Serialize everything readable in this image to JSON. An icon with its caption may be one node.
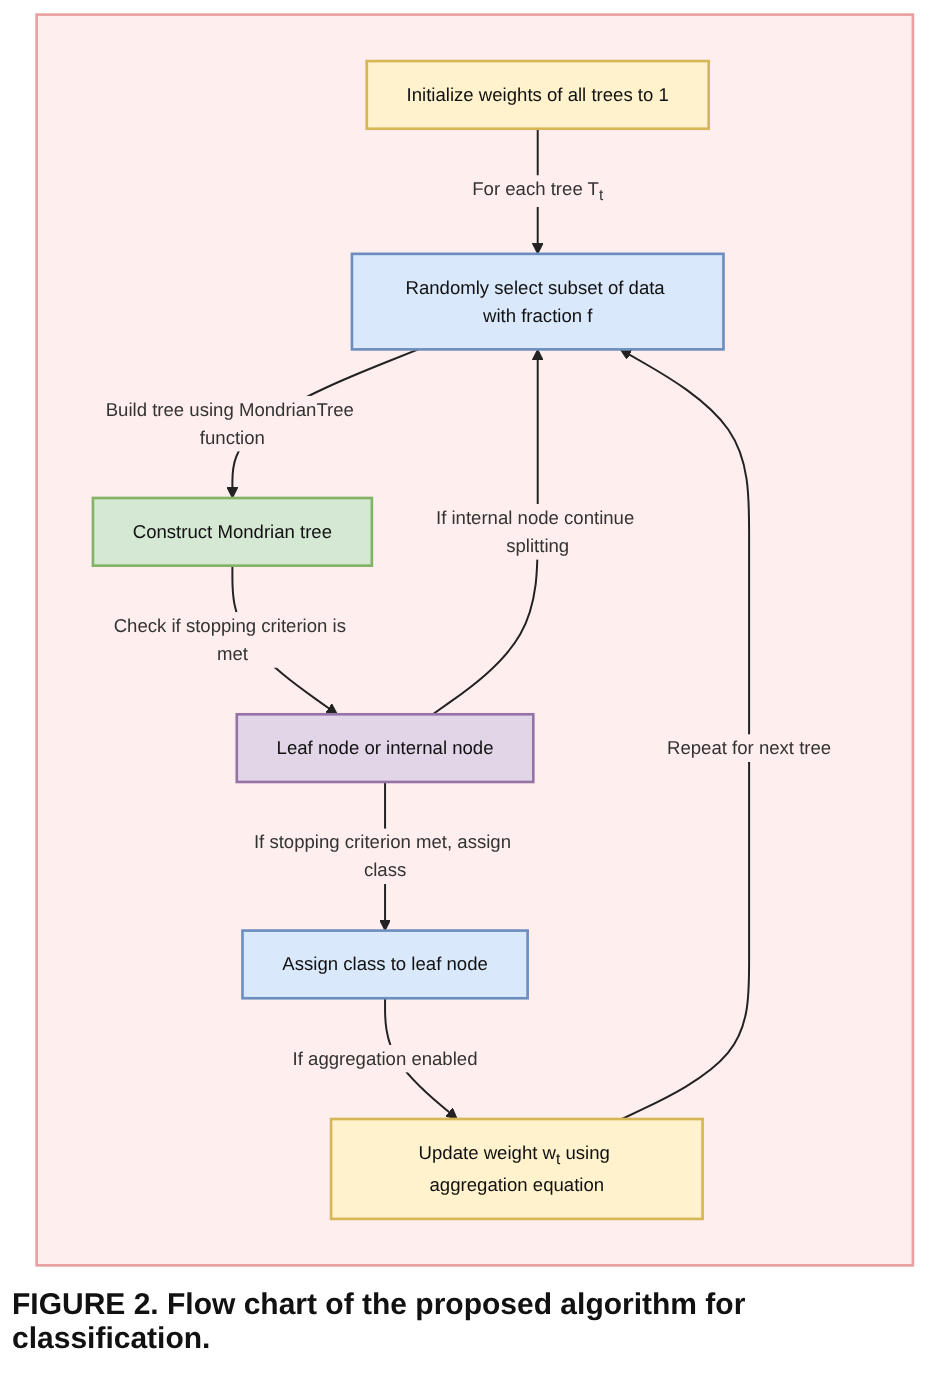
{
  "diagram": {
    "caption": "FIGURE 2. Flow chart of the proposed algorithm for classification.",
    "nodes": [
      {
        "text": [],
        "shape": "box"
      },
      {
        "text": [
          "Initialize weights of all trees to 1"
        ],
        "in": 0
      },
      {
        "text": [
          "Randomly select subset of data with fraction f"
        ],
        "in": 0
      },
      {
        "text": [
          "Construct Mondrian tree"
        ],
        "in": 0
      },
      {
        "text": [
          "Leaf node or internal node"
        ],
        "in": 0
      },
      {
        "text": [
          "Assign class to leaf node"
        ],
        "in": 0
      },
      {
        "text": [
          "Update weight w$_{t}$ using aggregation equation"
        ],
        "in": 0
      }
    ],
    "edges": [
      {
        "from": 1,
        "to": 2,
        "arrow": "to",
        "label": "For each tree T$_{t}$"
      },
      {
        "from": 2,
        "to": 3,
        "arrow": "to",
        "label": "Build tree using MondrianTree function"
      },
      {
        "from": 3,
        "to": 4,
        "arrow": "to",
        "label": "Check if stopping criterion is met"
      },
      {
        "from": 4,
        "to": 2,
        "arrow": "to",
        "label": "If internal node continue splitting"
      },
      {
        "from": 4,
        "to": 5,
        "arrow": "to",
        "label": "If stopping criterion met, assign class"
      },
      {
        "from": 5,
        "to": 6,
        "arrow": "to",
        "label": "If aggregation enabled"
      },
      {
        "from": 6,
        "to": 2,
        "arrow": "to",
        "label": "Repeat for next tree"
      }
    ]
  }
}
